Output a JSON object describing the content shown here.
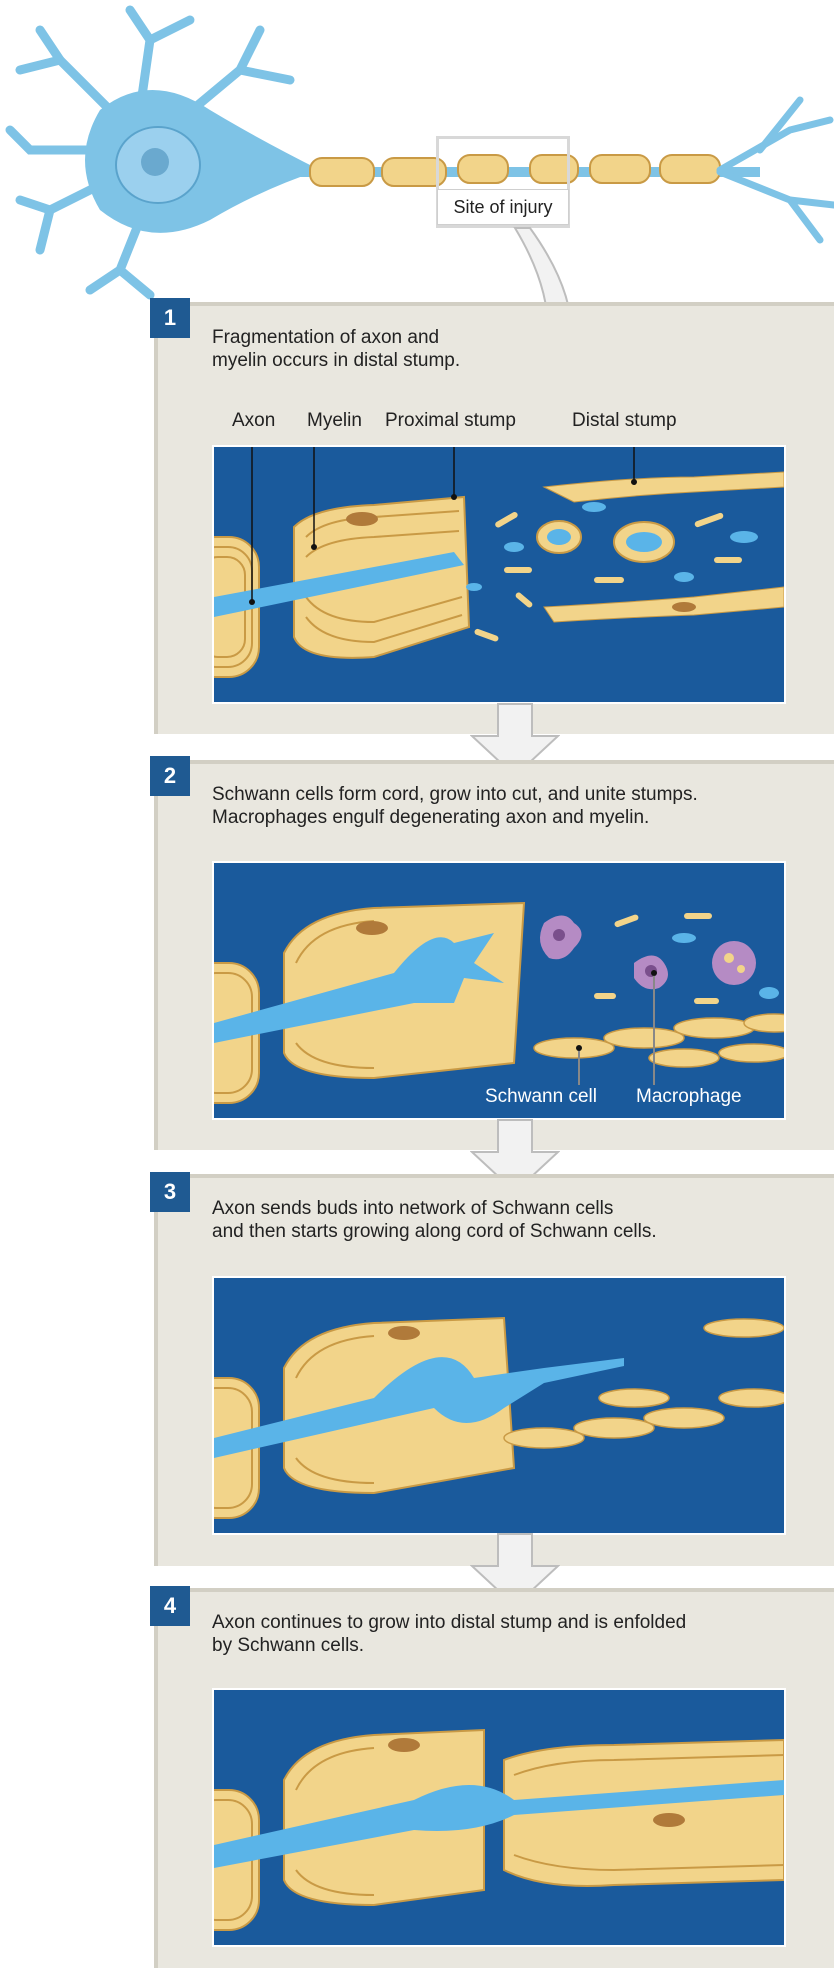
{
  "injury": {
    "label": "Site of injury"
  },
  "steps": [
    {
      "number": "1",
      "caption_lines": [
        "Fragmentation of axon and",
        "myelin occurs in distal stump."
      ]
    },
    {
      "number": "2",
      "caption_lines": [
        "Schwann cells form cord, grow into cut, and unite stumps.",
        "Macrophages engulf degenerating axon and myelin."
      ]
    },
    {
      "number": "3",
      "caption_lines": [
        "Axon sends buds into network of Schwann cells",
        "and then starts growing along cord of Schwann cells."
      ]
    },
    {
      "number": "4",
      "caption_lines": [
        "Axon continues to grow into distal stump and is enfolded",
        "by Schwann cells."
      ]
    }
  ],
  "labels": {
    "axon": "Axon",
    "myelin": "Myelin",
    "proximal_stump": "Proximal stump",
    "distal_stump": "Distal stump",
    "schwann_cell": "Schwann cell",
    "macrophage": "Macrophage"
  },
  "colors": {
    "background_scene": "#1a5a9c",
    "panel": "#e9e7df",
    "badge": "#1f5a92",
    "myelin": "#f2d48a",
    "myelin_line": "#c99a45",
    "axon": "#5ab4e8",
    "neuron": "#7ec3e6",
    "macrophage": "#b58bc4"
  }
}
